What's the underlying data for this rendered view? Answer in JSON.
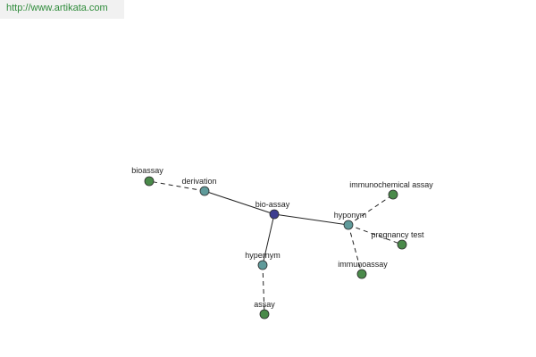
{
  "header": {
    "url": "http://www.artikata.com"
  },
  "colors": {
    "center": "#3d3d8f",
    "relation": "#5f9a9a",
    "term": "#4a8a4a",
    "url_text": "#2e8b3a",
    "url_bg": "#f1f1f1"
  },
  "graph": {
    "nodes": [
      {
        "id": "bio-assay",
        "label": "bio-assay",
        "kind": "center"
      },
      {
        "id": "derivation",
        "label": "derivation",
        "kind": "relation"
      },
      {
        "id": "hyponym",
        "label": "hyponym",
        "kind": "relation"
      },
      {
        "id": "hypernym",
        "label": "hypernym",
        "kind": "relation"
      },
      {
        "id": "bioassay",
        "label": "bioassay",
        "kind": "term"
      },
      {
        "id": "immunochemical-assay",
        "label": "immunochemical assay",
        "kind": "term"
      },
      {
        "id": "pregnancy-test",
        "label": "pregnancy test",
        "kind": "term"
      },
      {
        "id": "immunoassay",
        "label": "immunoassay",
        "kind": "term"
      },
      {
        "id": "assay",
        "label": "assay",
        "kind": "term"
      }
    ],
    "edges": [
      {
        "from": "bio-assay",
        "to": "derivation",
        "style": "solid"
      },
      {
        "from": "bio-assay",
        "to": "hyponym",
        "style": "solid"
      },
      {
        "from": "bio-assay",
        "to": "hypernym",
        "style": "solid"
      },
      {
        "from": "derivation",
        "to": "bioassay",
        "style": "dashed"
      },
      {
        "from": "hyponym",
        "to": "immunochemical-assay",
        "style": "dashed"
      },
      {
        "from": "hyponym",
        "to": "pregnancy-test",
        "style": "dashed"
      },
      {
        "from": "hyponym",
        "to": "immunoassay",
        "style": "dashed"
      },
      {
        "from": "hypernym",
        "to": "assay",
        "style": "dashed"
      }
    ]
  }
}
